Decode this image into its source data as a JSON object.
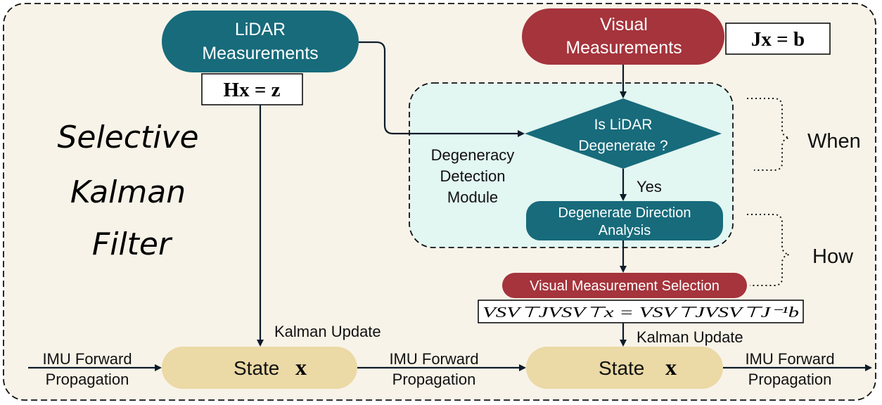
{
  "title_lines": [
    "Selective",
    "Kalman",
    "Filter"
  ],
  "lidar": {
    "line1": "LiDAR",
    "line2": "Measurements",
    "equation": "Hx = z"
  },
  "visual": {
    "line1": "Visual",
    "line2": "Measurements",
    "equation": "Jx = b"
  },
  "module": {
    "line1": "Degeneracy",
    "line2": "Detection",
    "line3": "Module"
  },
  "decision": {
    "line1": "Is LiDAR",
    "line2": "Degenerate ?",
    "yes_label": "Yes"
  },
  "analysis": {
    "line1": "Degenerate Direction",
    "line2": "Analysis"
  },
  "selection": {
    "label": "Visual Measurement Selection",
    "equation": "VSV⊤JVSV⊤x = VSV⊤JVSV⊤J⁻¹b"
  },
  "side_labels": {
    "when": "When",
    "how": "How"
  },
  "kalman_update_left": "Kalman Update",
  "kalman_update_right": "Kalman Update",
  "state_left": {
    "label": "State",
    "symbol": "x"
  },
  "state_right": {
    "label": "State",
    "symbol": "x"
  },
  "imu_left": {
    "line1": "IMU Forward",
    "line2": "Propagation"
  },
  "imu_mid": {
    "line1": "IMU Forward",
    "line2": "Propagation"
  },
  "imu_right": {
    "line1": "IMU Forward",
    "line2": "Propagation"
  },
  "colors": {
    "teal": "#176b7b",
    "red": "#a5343c",
    "beige": "#ebd9a6",
    "background": "#f8f3e8",
    "module_fill": "#e2f6f2"
  }
}
